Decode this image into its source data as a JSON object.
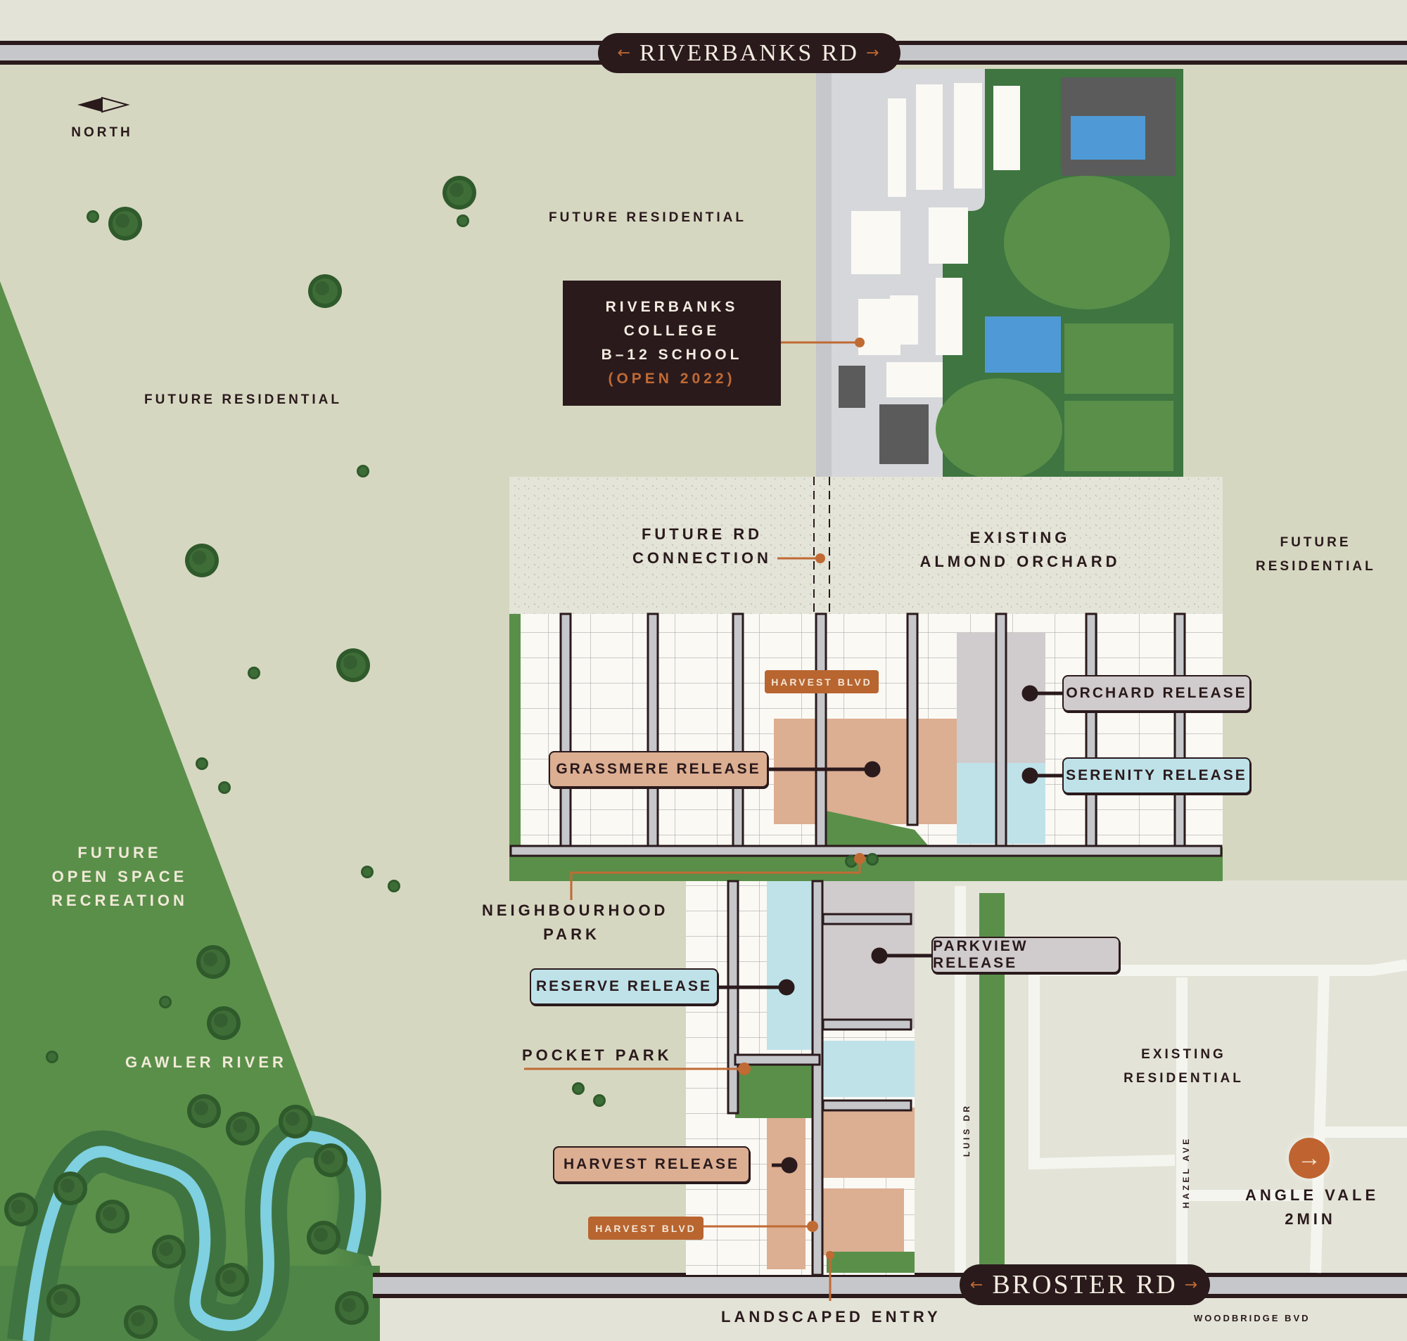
{
  "map": {
    "compass": {
      "label": "NORTH",
      "icon": "north-arrow-icon"
    },
    "roads": {
      "top": {
        "label": "RIVERBANKS RD",
        "arrow_left": "←",
        "arrow_right": "→"
      },
      "bottom": {
        "label": "BROSTER RD",
        "arrow_left": "←",
        "arrow_right": "→"
      }
    },
    "areas": {
      "future_residential_top": "FUTURE RESIDENTIAL",
      "future_residential_left": "FUTURE RESIDENTIAL",
      "future_residential_right": [
        "FUTURE",
        "RESIDENTIAL"
      ],
      "future_open_space": [
        "FUTURE",
        "OPEN SPACE",
        "RECREATION"
      ],
      "gawler_river": "GAWLER RIVER",
      "future_rd_connection": [
        "FUTURE RD",
        "CONNECTION"
      ],
      "existing_almond_orchard": [
        "EXISTING",
        "ALMOND ORCHARD"
      ],
      "existing_residential": [
        "EXISTING",
        "RESIDENTIAL"
      ],
      "neighbourhood_park": [
        "NEIGHBOURHOOD",
        "PARK"
      ],
      "pocket_park": "POCKET PARK",
      "landscaped_entry": "LANDSCAPED ENTRY",
      "angle_vale": [
        "ANGLE VALE",
        "2MIN"
      ]
    },
    "school": {
      "lines": [
        "RIVERBANKS",
        "COLLEGE",
        "B–12 SCHOOL"
      ],
      "status": "(OPEN 2022)"
    },
    "releases": [
      {
        "id": "orchard",
        "label": "ORCHARD RELEASE",
        "color": "#d0cbcc"
      },
      {
        "id": "grassmere",
        "label": "GRASSMERE RELEASE",
        "color": "#dcae92"
      },
      {
        "id": "serenity",
        "label": "SERENITY RELEASE",
        "color": "#bfe2e9"
      },
      {
        "id": "parkview",
        "label": "PARKVIEW RELEASE",
        "color": "#d0cbcc"
      },
      {
        "id": "reserve",
        "label": "RESERVE RELEASE",
        "color": "#bfe2e9"
      },
      {
        "id": "harvest",
        "label": "HARVEST RELEASE",
        "color": "#dcae92"
      }
    ],
    "street_tags": {
      "harvest_blvd_top": "HARVEST BLVD",
      "harvest_blvd_bottom": "HARVEST BLVD"
    },
    "street_names": {
      "luis_dr": "LUIS DR",
      "hazel_ave": "HAZEL AVE",
      "woodbridge_bvd": "WOODBRIDGE BVD"
    },
    "colors": {
      "background": "#d6d7c1",
      "existing_area": "#e3e3d7",
      "green_space": "#5a8f4a",
      "dark_green": "#3f7441",
      "river": "#7fd0e0",
      "dark_brown": "#2a1a1c",
      "accent_orange": "#c06a34",
      "lot_white": "#fbf9f4",
      "road_grey": "#c6c7cb"
    }
  }
}
